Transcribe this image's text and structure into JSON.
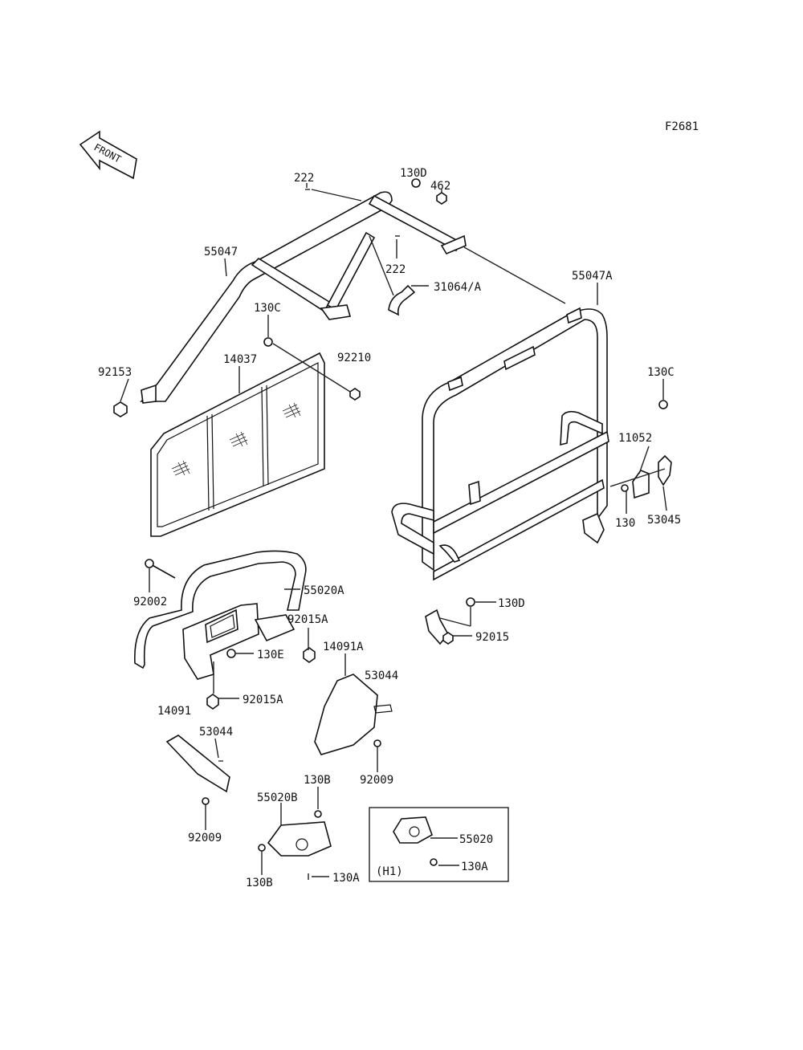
{
  "diagram_id": "F2681",
  "front_label": "FRONT",
  "inset_label": "(H1)",
  "labels": {
    "p222_top": "222",
    "p130D_top": "130D",
    "p462": "462",
    "p222_b": "222",
    "p55047": "55047",
    "p31064A": "31064/A",
    "p55047A": "55047A",
    "p130C_l": "130C",
    "p92210": "92210",
    "p14037": "14037",
    "p92153": "92153",
    "p130C_r": "130C",
    "p11052": "11052",
    "p130": "130",
    "p53045": "53045",
    "p92002": "92002",
    "p55020A": "55020A",
    "p92015A_a": "92015A",
    "p130E": "130E",
    "p92015A_b": "92015A",
    "p130D_r": "130D",
    "p92015": "92015",
    "p14091A": "14091A",
    "p53044_a": "53044",
    "p14091": "14091",
    "p53044_b": "53044",
    "p92009_a": "92009",
    "p92009_b": "92009",
    "p130B_a": "130B",
    "p55020B": "55020B",
    "p130B_b": "130B",
    "p130A_a": "130A",
    "p55020": "55020",
    "p130A_b": "130A"
  }
}
